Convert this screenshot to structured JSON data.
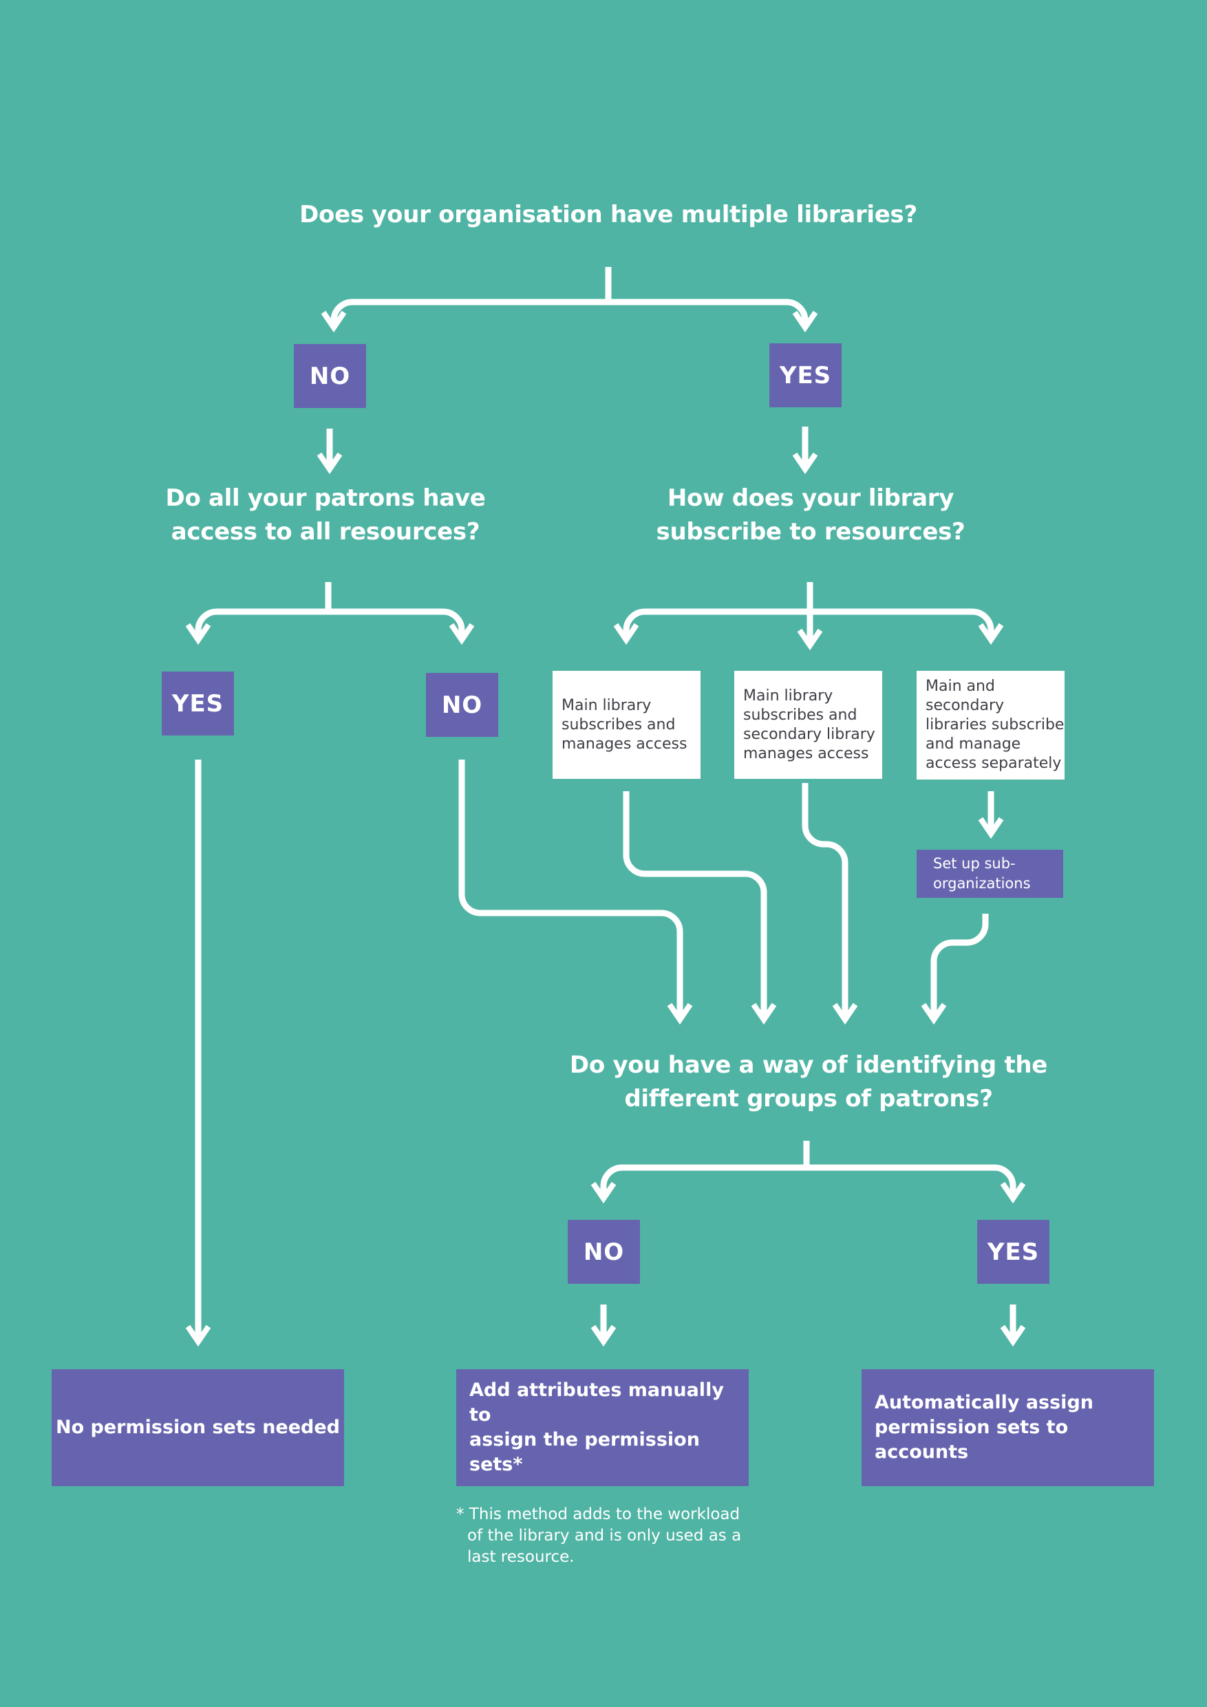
{
  "colors": {
    "background": "#50B4A4",
    "node_purple": "#6764AF",
    "node_white": "#FFFFFF",
    "text_light": "#FFFFFF",
    "text_dark": "#3E3E46"
  },
  "flow": {
    "q1": "Does your organisation have multiple libraries?",
    "q1_no": "NO",
    "q1_yes": "YES",
    "q2": "Do all your patrons have\naccess to all resources?",
    "q2_yes": "YES",
    "q2_no": "NO",
    "q3": "How does your library\nsubscribe to resources?",
    "q3_options": [
      "Main library\nsubscribes and\nmanages access",
      "Main library\nsubscribes and\nsecondary library\nmanages access",
      "Main and\nsecondary\nlibraries subscribe\nand manage\naccess separately"
    ],
    "suborg": "Set up sub-\norganizations",
    "q4": "Do you have a way of identifying the\ndifferent groups of patrons?",
    "q4_no": "NO",
    "q4_yes": "YES",
    "outcome_no_permission": "No permission sets needed",
    "outcome_manual": "Add attributes manually to\nassign the permission sets*",
    "outcome_auto": "Automatically assign\npermission sets to accounts",
    "footnote": "* This method adds to the workload\nof the library and is only used as a\nlast resource."
  }
}
